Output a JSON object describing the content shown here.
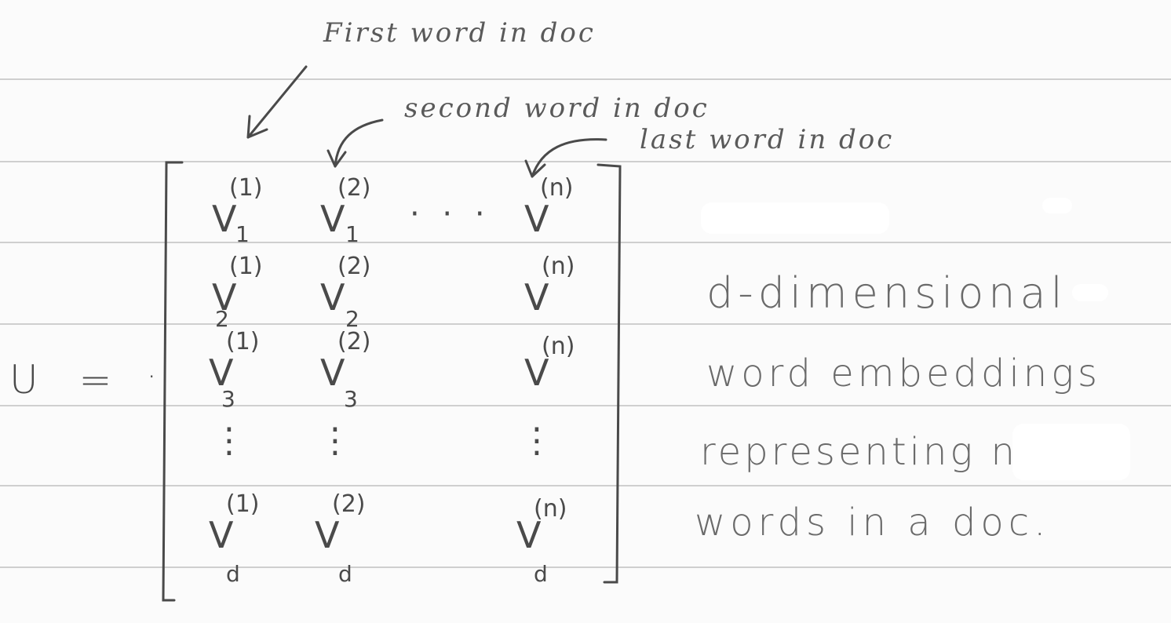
{
  "annotations": {
    "first": "First word in doc",
    "second": "second word in doc",
    "last": "last word in doc"
  },
  "equation": {
    "lhs": "U =",
    "rows": [
      {
        "sub": "1",
        "cells": [
          {
            "base": "V",
            "sup": "(1)"
          },
          {
            "base": "V",
            "sup": "(2)"
          },
          {
            "base": "V",
            "sup": "(n)"
          }
        ]
      },
      {
        "sub": "2",
        "cells": [
          {
            "base": "V",
            "sup": "(1)"
          },
          {
            "base": "V",
            "sup": "(2)"
          },
          {
            "base": "V",
            "sup": "(n)"
          }
        ]
      },
      {
        "sub": "3",
        "cells": [
          {
            "base": "V",
            "sup": "(1)"
          },
          {
            "base": "V",
            "sup": "(2)"
          },
          {
            "base": "V",
            "sup": "(n)"
          }
        ]
      },
      {
        "sub": "d",
        "cells": [
          {
            "base": "V",
            "sup": "(1)"
          },
          {
            "base": "V",
            "sup": "(2)"
          },
          {
            "base": "V",
            "sup": "(n)"
          }
        ]
      }
    ],
    "ellipsis": "· · ·"
  },
  "description": {
    "lines": [
      "d-dimensional",
      "word embeddings",
      "representing n",
      "words in a doc."
    ]
  }
}
